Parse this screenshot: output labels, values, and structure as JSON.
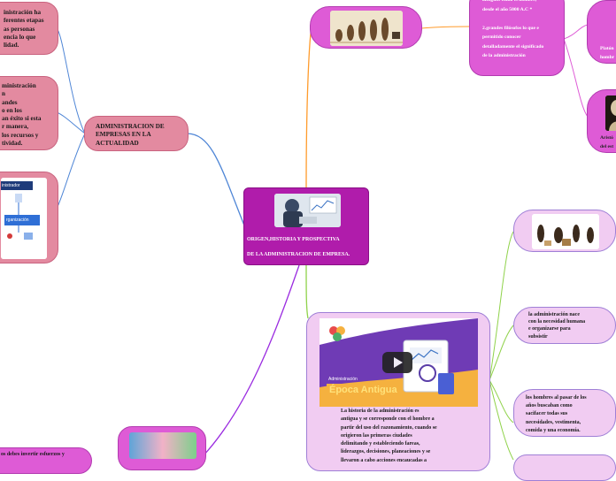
{
  "central": {
    "line1": "ORIGEN,HISTORIA Y PROSPECTIVA",
    "line2": "DE LA ADMINISTRACION DE EMPRESA."
  },
  "left": {
    "branch_title": "ADMINISTRACION DE EMPRESAS EN LA ACTUALIDAD",
    "top_note": "inistración ha\nferentes etapas\nas personas\nencia lo que\nlidad.",
    "mid_note": "ministración\nn\nandes\no en los\nan éxito si esta\nr manera,\nlos recursos y\ntividad.",
    "chart_label_1": "inistrador",
    "chart_label_2": "rganización",
    "bottom_note": "os debes invertir esfuerzos y"
  },
  "right": {
    "top_note": "antiguos como el hombre,\ndesde el año 5000 A.C  *\n\n2.grandes filósofos lo que e\npermitido conocer\ndetalladamente el significado\nde la administración",
    "platon_label": "Platón\nhombr",
    "aristoteles_label": "Aristó\ndel est",
    "origin_text": "la administración nace\ncon la necesidad humana\ne organizarse para\nsubsistir",
    "needs_text": "los hombres al pasar de los\naños buscaban como\nsacifacer todas sus\nnecesidades, vestimenta,\ncomida y una economía.",
    "video_banner": "Época Antigua",
    "video_banner_small": "Administración",
    "antigua_text": "La historia de la administración es\nantigua y se corresponde con el hombre a\npartir del uso del razonamiento, cuando se\norigieron las primeras ciudades\ndelimitando y estableciendo fareas,\nliderazgos, decisiones, planeaciones y se\nllevaron a cabo acciones encaucadas a"
  },
  "colors": {
    "pink": "#e38aa0",
    "lavender": "#f1ccf2",
    "magenta": "#de5bd6",
    "purple": "#b01cab",
    "link_blue": "#4f86d6",
    "link_orange": "#ff9b2b",
    "link_green": "#8fd24a",
    "link_violet": "#9a2be0"
  }
}
